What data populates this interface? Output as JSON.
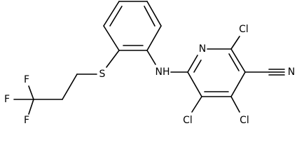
{
  "molecule": {
    "atoms": {
      "cl_top": "Cl",
      "n_ring": "N",
      "nh": "NH",
      "s": "S",
      "cn_n": "N",
      "cl_left": "Cl",
      "cl_right": "Cl",
      "f1": "F",
      "f2": "F",
      "f3": "F"
    }
  }
}
